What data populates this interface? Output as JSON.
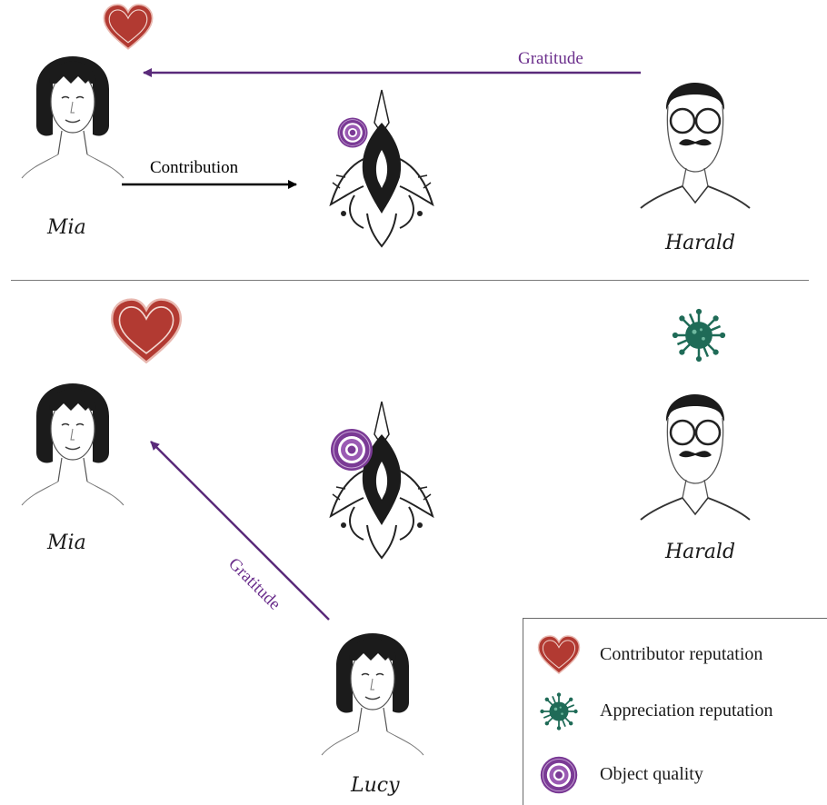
{
  "top_scene": {
    "contributor_name": "Mia",
    "appreciator_name": "Harald",
    "contribution_label": "Contribution",
    "gratitude_label": "Gratitude"
  },
  "bottom_scene": {
    "contributor_name": "Mia",
    "appreciator_name": "Harald",
    "thanker_name": "Lucy",
    "gratitude_label": "Gratitude"
  },
  "legend": {
    "items": [
      {
        "icon": "heart-icon",
        "label": "Contributor reputation"
      },
      {
        "icon": "virus-icon",
        "label": "Appreciation reputation"
      },
      {
        "icon": "ring-icon",
        "label": "Object quality"
      }
    ]
  },
  "colors": {
    "gratitude": "#5a2a7a",
    "gratitude_text": "#6b2f8c",
    "contribution": "#000000",
    "heart": "#b23a32",
    "virus": "#1f6b57",
    "ring": "#7a3a95"
  }
}
